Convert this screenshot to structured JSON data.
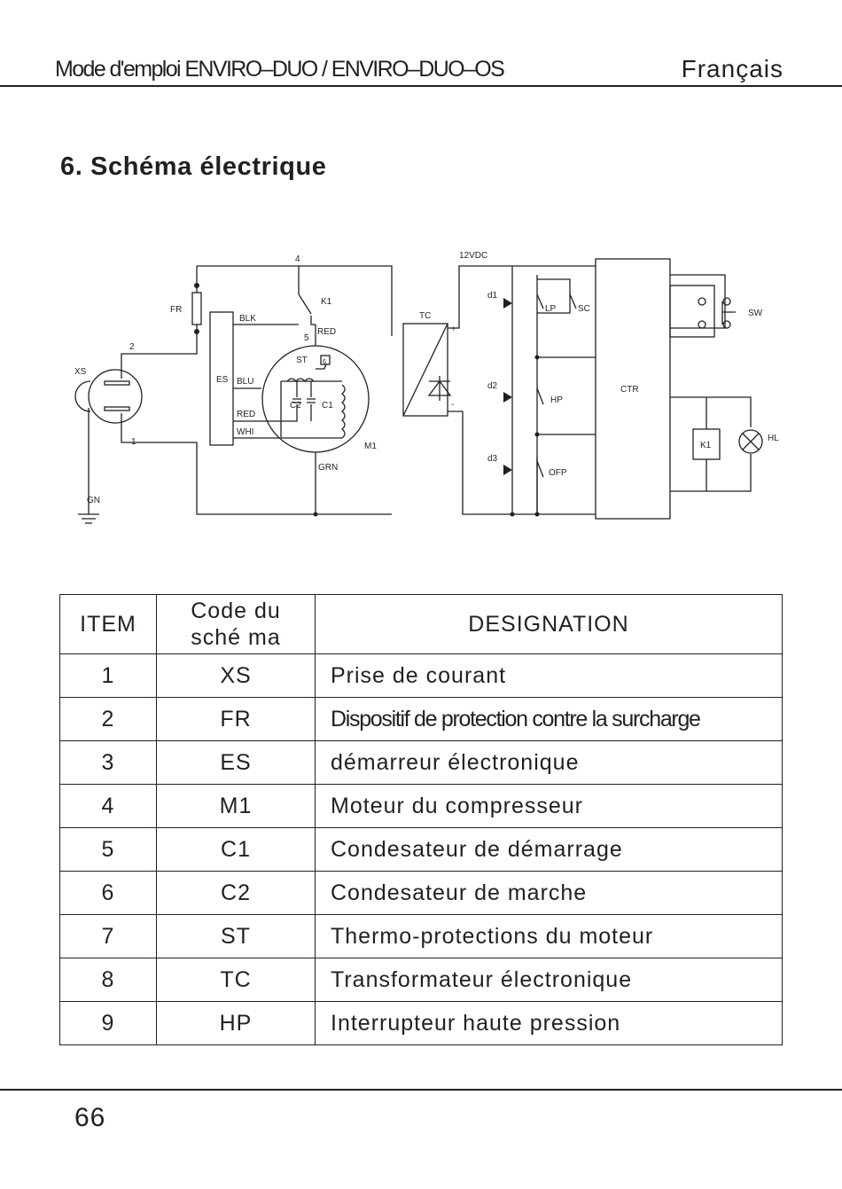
{
  "header": {
    "manual_title": "Mode d'emploi  ENVIRO–DUO / ENVIRO–DUO–OS",
    "language": "Français"
  },
  "section": {
    "title": "6. Schéma électrique"
  },
  "schematic_labels": {
    "n4": "4",
    "k1": "K1",
    "fr": "FR",
    "blk": "BLK",
    "n5": "5",
    "red": "RED",
    "tc": "TC",
    "plus": "+",
    "minus": "-",
    "n2": "2",
    "st": "ST",
    "st_box": "6",
    "xs": "XS",
    "es": "ES",
    "blu": "BLU",
    "c2": "C2",
    "c1": "C1",
    "red2": "RED",
    "whi": "WHI",
    "n1": "1",
    "m1": "M1",
    "grn": "GRN",
    "gn": "GN",
    "v12": "12VDC",
    "d1": "d1",
    "lp": "LP",
    "sc": "SC",
    "sw": "SW",
    "d2": "d2",
    "hp": "HP",
    "ctr": "CTR",
    "k1r": "K1",
    "hl": "HL",
    "d3": "d3",
    "ofp": "OFP"
  },
  "table": {
    "headers": {
      "item": "ITEM",
      "code_line1": "Code du",
      "code_line2": "sché ma",
      "designation": "DESIGNATION"
    },
    "rows": [
      {
        "item": "1",
        "code": "XS",
        "designation": "Prise de courant"
      },
      {
        "item": "2",
        "code": "FR",
        "designation": "Dispositif de protection contre la surcharge"
      },
      {
        "item": "3",
        "code": "ES",
        "designation": "démarreur électronique"
      },
      {
        "item": "4",
        "code": "M1",
        "designation": "Moteur du compresseur"
      },
      {
        "item": "5",
        "code": "C1",
        "designation": "Condesateur de démarrage"
      },
      {
        "item": "6",
        "code": "C2",
        "designation": "Condesateur de marche"
      },
      {
        "item": "7",
        "code": "ST",
        "designation": "Thermo-protections du moteur"
      },
      {
        "item": "8",
        "code": "TC",
        "designation": "Transformateur électronique"
      },
      {
        "item": "9",
        "code": "HP",
        "designation": "Interrupteur haute pression"
      }
    ]
  },
  "footer": {
    "page_number": "66"
  }
}
